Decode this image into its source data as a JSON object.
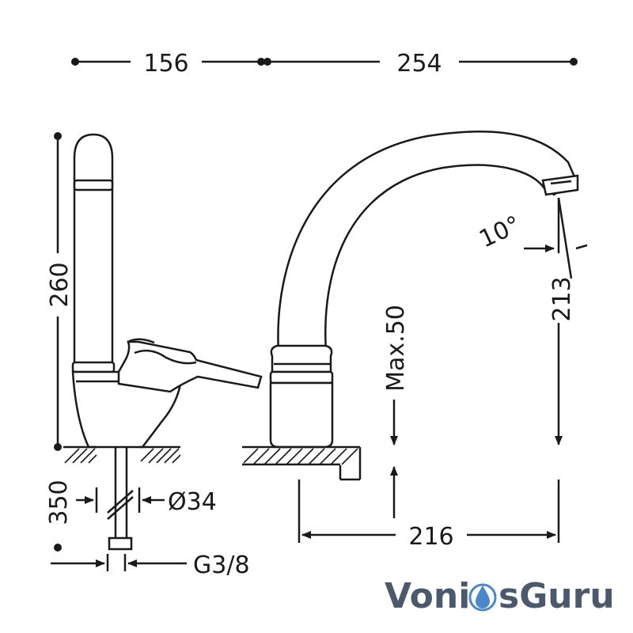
{
  "dimensions": {
    "width_left": "156",
    "width_right": "254",
    "height_mixer": "260",
    "spout_angle": "10°",
    "spout_height": "213",
    "max_deck": "Max.50",
    "shank_length": "350",
    "hole_diameter": "Ø34",
    "connection": "G3/8",
    "spout_reach": "216"
  },
  "logo": {
    "text_before": "Voni",
    "text_after": "sGuru",
    "color": "#4a5a6c",
    "drop_color": "#4a88c8"
  }
}
